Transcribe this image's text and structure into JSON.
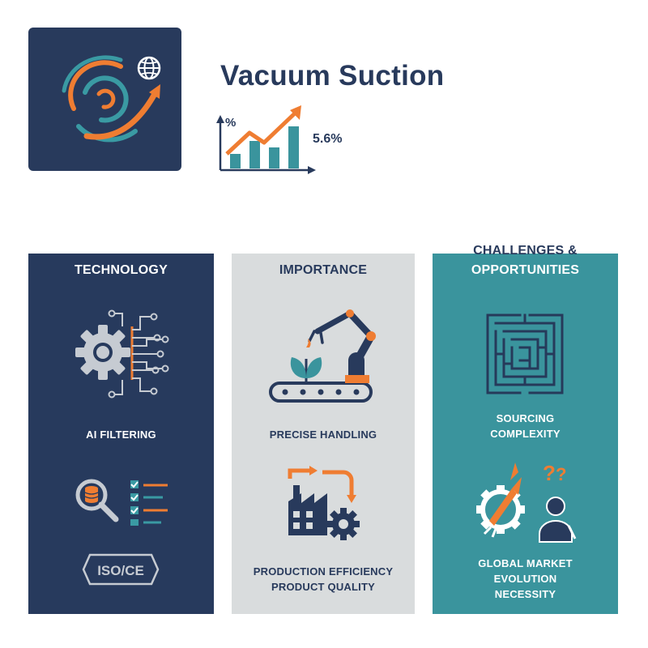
{
  "header": {
    "title": "Vacuum Suction",
    "growth_axis_symbol": "%",
    "growth_value": "5.6%"
  },
  "columns": [
    {
      "heading": "TECHNOLOGY",
      "items": [
        {
          "label": "AI FILTERING",
          "icon": "gear-circuit-icon"
        },
        {
          "label": "",
          "icon": "database-search-checklist-icon"
        },
        {
          "label": "ISO/CE",
          "icon": "iso-ce-badge"
        }
      ]
    },
    {
      "heading": "IMPORTANCE",
      "items": [
        {
          "label": "PRECISE HANDLING",
          "icon": "robot-arm-conveyor-icon"
        },
        {
          "label_lines": [
            "PRODUCTION EFFICIENCY",
            "PRODUCT QUALITY"
          ],
          "icon": "factory-gear-cycle-icon"
        }
      ]
    },
    {
      "heading_lines": [
        "CHALLENGES &",
        "OPPORTUNITIES"
      ],
      "items": [
        {
          "label_lines": [
            "SOURCING",
            "COMPLEXITY"
          ],
          "icon": "maze-icon"
        },
        {
          "label_lines": [
            "GLOBAL MARKET",
            "EVOLUTION",
            "NECESSITY"
          ],
          "icon": "gear-rocket-person-question-icon"
        }
      ]
    }
  ],
  "colors": {
    "navy": "#283a5c",
    "orange": "#ef7d32",
    "teal": "#3a949d",
    "grey": "#d9dcdd"
  }
}
